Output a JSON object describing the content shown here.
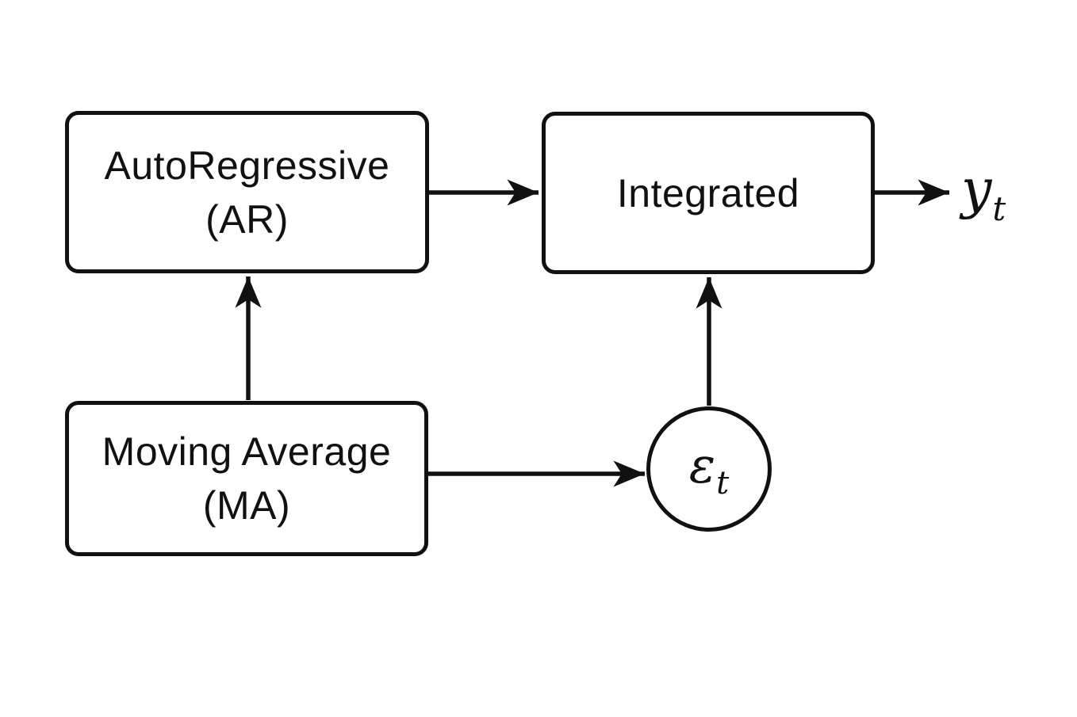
{
  "diagram": {
    "background_color": "#ffffff",
    "line_color": "#111111",
    "nodes": {
      "autoregressive": {
        "line1": "AutoRegressive",
        "line2": "(AR)"
      },
      "integrated": {
        "label": "Integrated"
      },
      "moving_average": {
        "line1": "Moving Average",
        "line2": "(MA)"
      },
      "error_term": {
        "symbol": "ε",
        "subscript": "t"
      }
    },
    "output": {
      "symbol": "y",
      "subscript": "t"
    },
    "edges": [
      {
        "from": "autoregressive",
        "to": "integrated"
      },
      {
        "from": "moving_average",
        "to": "autoregressive"
      },
      {
        "from": "moving_average",
        "to": "error_term"
      },
      {
        "from": "error_term",
        "to": "integrated"
      },
      {
        "from": "integrated",
        "to": "output"
      }
    ]
  }
}
